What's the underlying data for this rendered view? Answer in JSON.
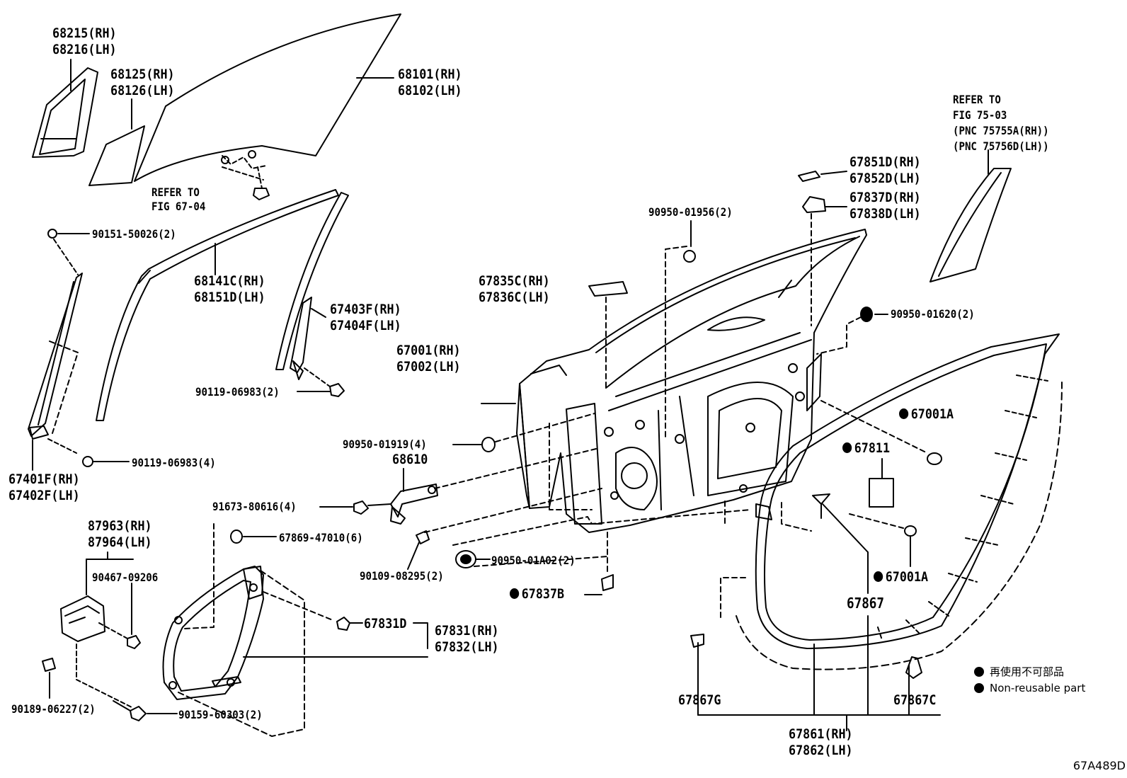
{
  "callouts": {
    "quarter_glass_run": [
      "68215(RH)",
      "68216(LH)"
    ],
    "quarter_glass": [
      "68125(RH)",
      "68126(LH)"
    ],
    "door_glass": [
      "68101(RH)",
      "68102(LH)"
    ],
    "refer_fig_6704": [
      "REFER TO",
      "FIG 67-04"
    ],
    "clip_90151": "90151-50026(2)",
    "run_channel_upper": [
      "68141C(RH)",
      "68151D(LH)"
    ],
    "weatherstrip_67403": [
      "67403F(RH)",
      "67404F(LH)"
    ],
    "screw_90119_2": "90119-06983(2)",
    "division_bar": [
      "67401F(RH)",
      "67402F(LH)"
    ],
    "screw_90119_4": "90119-06983(4)",
    "refer_fig_7503": [
      "REFER TO",
      "FIG 75-03",
      "(PNC 75755A(RH))",
      "(PNC 75756D(LH))"
    ],
    "bracket_67851": [
      "67851D(RH)",
      "67852D(LH)"
    ],
    "bracket_67837": [
      "67837D(RH)",
      "67838D(LH)"
    ],
    "plug_90950_01956": "90950-01956(2)",
    "plug_90950_01620": "90950-01620(2)",
    "clip_67835": [
      "67835C(RH)",
      "67836C(LH)"
    ],
    "door_panel": [
      "67001(RH)",
      "67002(LH)"
    ],
    "hole_plug_67001a_upper": "67001A",
    "plug_67811": "67811",
    "plug_90950_01919": "90950-01919(4)",
    "check_68610": "68610",
    "bolt_91673": "91673-80616(4)",
    "switch_87963": [
      "87963(RH)",
      "87964(LH)"
    ],
    "nut_90467": "90467-09206",
    "clip_67869": "67869-47010(6)",
    "bolt_90109": "90109-08295(2)",
    "plug_90950_01a02": "90950-01A02(2)",
    "hole_plug_67001a_lower": "67001A",
    "clip_67837b": "67837B",
    "clip_67867": "67867",
    "clip_67831d": "67831D",
    "service_hole_cover": [
      "67831(RH)",
      "67832(LH)"
    ],
    "screw_90189": "90189-06227(2)",
    "screw_90159": "90159-60303(2)",
    "clip_67867g": "67867G",
    "clip_67867c": "67867C",
    "weatherstrip_67861": [
      "67861(RH)",
      "67862(LH)"
    ]
  },
  "legend": {
    "japanese": "再使用不可部品",
    "english": "Non-reusable part"
  },
  "illustration_code": "67A489D"
}
